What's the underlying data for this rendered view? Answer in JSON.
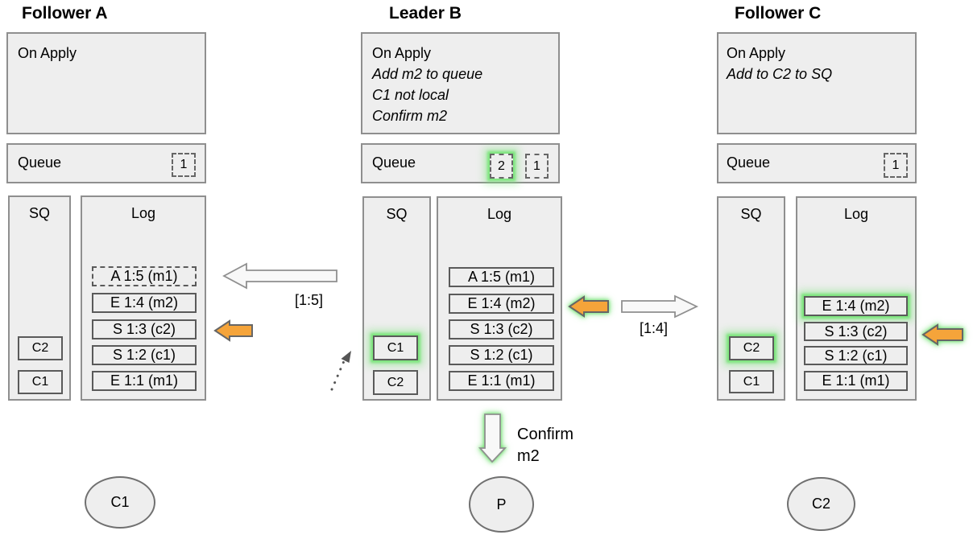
{
  "colors": {
    "highlight_green": "#7CE67C",
    "arrow_orange": "#F5A43A",
    "box_fill": "#EEEEEE"
  },
  "nodes": [
    {
      "title": "Follower A",
      "on_apply": {
        "heading": "On Apply",
        "notes": []
      },
      "queue": {
        "label": "Queue",
        "slots": [
          "1"
        ]
      },
      "sq": {
        "label": "SQ",
        "items": [
          "C2",
          "C1"
        ]
      },
      "log": {
        "label": "Log",
        "entries": [
          "A 1:5 (m1)",
          "E 1:4 (m2)",
          "S 1:3 (c2)",
          "S 1:2 (c1)",
          "E 1:1 (m1)"
        ]
      },
      "client": "C1"
    },
    {
      "title": "Leader B",
      "on_apply": {
        "heading": "On Apply",
        "notes": [
          "Add m2 to queue",
          "C1 not local",
          "Confirm m2"
        ]
      },
      "queue": {
        "label": "Queue",
        "slots": [
          "2",
          "1"
        ]
      },
      "sq": {
        "label": "SQ",
        "items": [
          "C1",
          "C2"
        ]
      },
      "log": {
        "label": "Log",
        "entries": [
          "A 1:5 (m1)",
          "E 1:4 (m2)",
          "S 1:3 (c2)",
          "S 1:2 (c1)",
          "E 1:1 (m1)"
        ]
      },
      "client": "P"
    },
    {
      "title": "Follower C",
      "on_apply": {
        "heading": "On Apply",
        "notes": [
          "Add to C2 to SQ"
        ]
      },
      "queue": {
        "label": "Queue",
        "slots": [
          "1"
        ]
      },
      "sq": {
        "label": "SQ",
        "items": [
          "C2",
          "C1"
        ]
      },
      "log": {
        "label": "Log",
        "entries": [
          "E 1:4 (m2)",
          "S 1:3 (c2)",
          "S 1:2 (c1)",
          "E 1:1 (m1)"
        ]
      },
      "client": "C2"
    }
  ],
  "annotations": {
    "replicate_a_label": "[1:5]",
    "replicate_c_label": "[1:4]",
    "confirm_line1": "Confirm",
    "confirm_line2": "m2"
  }
}
